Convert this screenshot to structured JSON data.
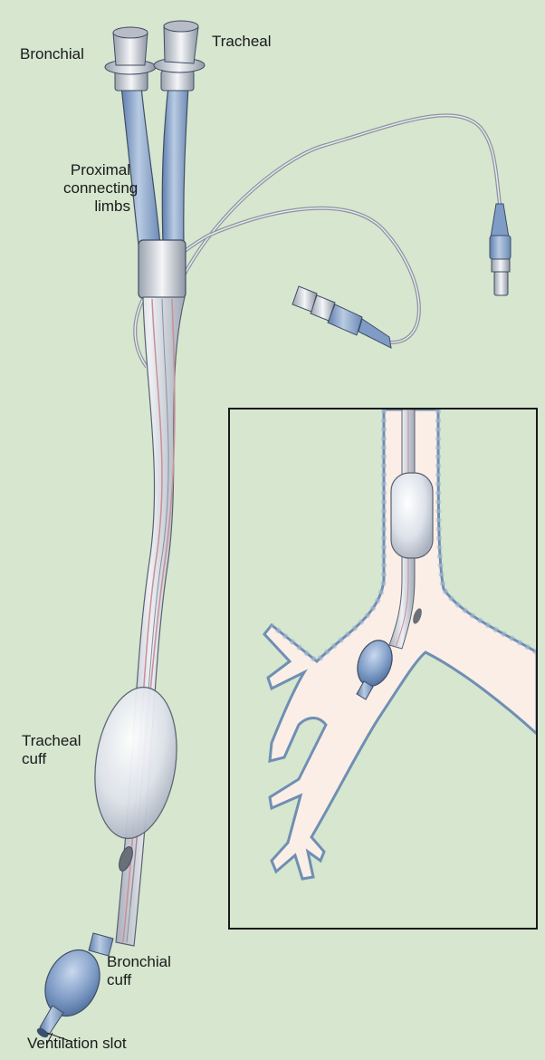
{
  "labels": {
    "bronchial": "Bronchial",
    "tracheal": "Tracheal",
    "proximal_line1": "Proximal",
    "proximal_line2": "connecting",
    "proximal_line3": "limbs",
    "tracheal_cuff_line1": "Tracheal",
    "tracheal_cuff_line2": "cuff",
    "bronchial_cuff_line1": "Bronchial",
    "bronchial_cuff_line2": "cuff",
    "ventilation_slot": "Ventilation slot"
  },
  "colors": {
    "background": "#d6e6cf",
    "tube_blue": "#8fa8c9",
    "tube_clear": "#c8cdd6",
    "cuff": "#dfe3ea",
    "bronchial_cuff": "#7d9ac4",
    "airway_fill": "#fbeee6",
    "airway_outline": "#6f8fb3"
  }
}
